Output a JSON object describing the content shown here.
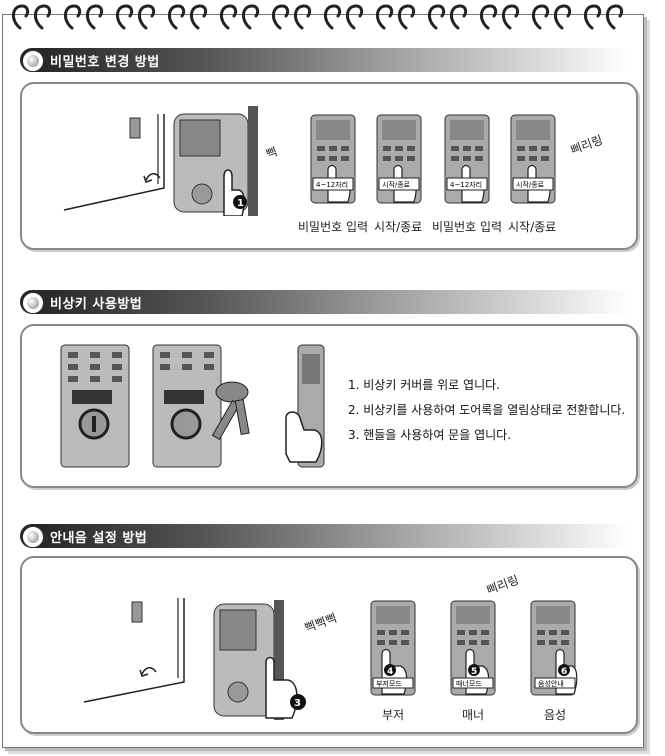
{
  "sections": {
    "password": {
      "title": "비밀번호 변경 방법",
      "sound_beep": "삑",
      "sound_long": "삐리링",
      "keypad_labels": [
        "4~12자리",
        "시작/종료",
        "4~12자리",
        "시작/종료"
      ],
      "step_number": "1",
      "captions": [
        "비밀번호 입력",
        "시작/종료",
        "비밀번호 입력",
        "시작/종료"
      ]
    },
    "emergency": {
      "title": "비상키 사용방법",
      "steps": [
        "1. 비상키 커버를 위로 엽니다.",
        "2. 비상키를 사용하여 도어록을 열림상태로 전환합니다.",
        "3. 핸들을 사용하여 문을 엽니다."
      ]
    },
    "voice": {
      "title": "안내음 설정 방법",
      "sound_beeps": "삑삑삑",
      "sound_long": "삐리링",
      "step_number": "3",
      "keypad_labels": [
        "부저모드",
        "매너모드",
        "음성안내"
      ],
      "keypad_numbers": [
        "4",
        "5",
        "6"
      ],
      "captions": [
        "부저",
        "매너",
        "음성"
      ]
    }
  }
}
